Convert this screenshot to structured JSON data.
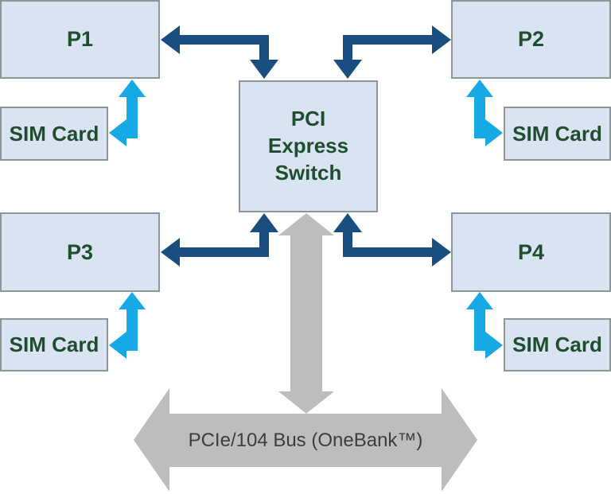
{
  "colors": {
    "background": "#ffffff",
    "box_fill": "#dae3f1",
    "box_border": "#8a9894",
    "box_text": "#1f4e2f",
    "dark_blue_arrow": "#1a4e80",
    "cyan_arrow": "#16a9e6",
    "gray_arrow": "#bdbdbd",
    "bus_text": "#3d3d3d"
  },
  "nodes": {
    "processors": [
      {
        "label": "P1"
      },
      {
        "label": "P2"
      },
      {
        "label": "P3"
      },
      {
        "label": "P4"
      }
    ],
    "sim_cards": [
      {
        "label": "SIM Card"
      },
      {
        "label": "SIM Card"
      },
      {
        "label": "SIM Card"
      },
      {
        "label": "SIM Card"
      }
    ],
    "switch": {
      "label": "PCI Express Switch"
    },
    "bus": {
      "label": "PCIe/104 Bus (OneBank™)"
    }
  },
  "connections": [
    {
      "from": "P1",
      "to": "PCI Express Switch",
      "style": "dark-blue-elbow-double-arrow"
    },
    {
      "from": "P2",
      "to": "PCI Express Switch",
      "style": "dark-blue-elbow-double-arrow"
    },
    {
      "from": "P3",
      "to": "PCI Express Switch",
      "style": "dark-blue-elbow-double-arrow"
    },
    {
      "from": "P4",
      "to": "PCI Express Switch",
      "style": "dark-blue-elbow-double-arrow"
    },
    {
      "from": "P1",
      "to": "SIM Card",
      "style": "cyan-elbow-double-arrow"
    },
    {
      "from": "P2",
      "to": "SIM Card",
      "style": "cyan-elbow-double-arrow"
    },
    {
      "from": "P3",
      "to": "SIM Card",
      "style": "cyan-elbow-double-arrow"
    },
    {
      "from": "P4",
      "to": "SIM Card",
      "style": "cyan-elbow-double-arrow"
    },
    {
      "from": "PCI Express Switch",
      "to": "PCIe/104 Bus (OneBank™)",
      "style": "gray-double-arrow"
    }
  ]
}
